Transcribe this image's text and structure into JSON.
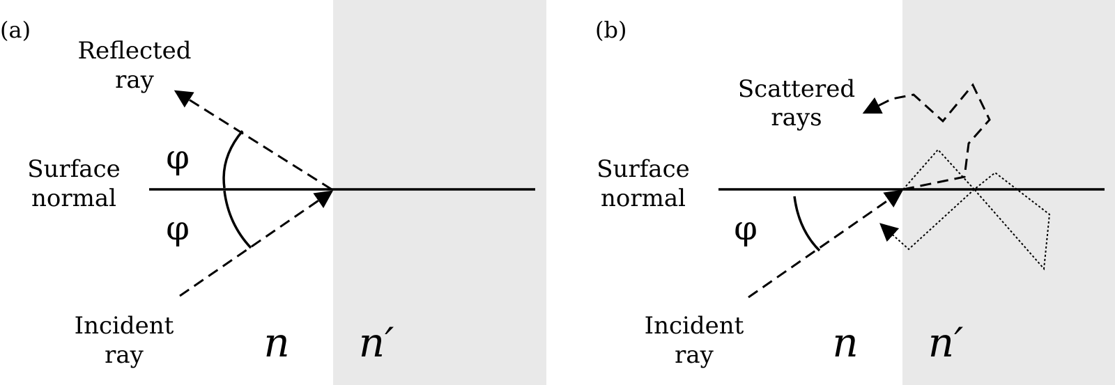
{
  "panel_a": {
    "panel_label": "(a)",
    "reflected_line1": "Reflected",
    "reflected_line2": "ray",
    "surface_line1": "Surface",
    "surface_line2": "normal",
    "phi_upper": "φ",
    "phi_lower": "φ",
    "incident_line1": "Incident",
    "incident_line2": "ray",
    "n_left": "n",
    "n_right": "n′"
  },
  "panel_b": {
    "panel_label": "(b)",
    "scattered_line1": "Scattered",
    "scattered_line2": "rays",
    "surface_line1": "Surface",
    "surface_line2": "normal",
    "phi": "φ",
    "incident_line1": "Incident",
    "incident_line2": "ray",
    "n_left": "n",
    "n_right": "n′"
  },
  "colors": {
    "medium_fill": "#e9e9e9",
    "line": "#000000"
  }
}
